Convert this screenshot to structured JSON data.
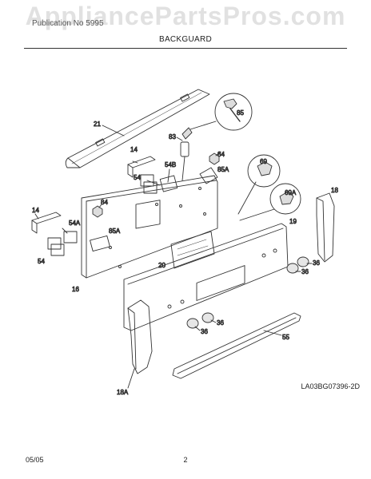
{
  "header": {
    "small_text": "Publication No 5995",
    "watermark": "AppliancePartsPros.com",
    "title": "BACKGUARD"
  },
  "callouts": {
    "c21": "21",
    "c85": "85",
    "c83": "83",
    "c84a": "84",
    "c84b": "84",
    "c14a": "14",
    "c14b": "14",
    "c54a": "54",
    "c54b": "54",
    "c54Aa": "54A",
    "c54B": "54B",
    "c85Aa": "85A",
    "c85Ab": "85A",
    "c69": "69",
    "c69A": "69A",
    "c18": "18",
    "c19": "19",
    "c16": "16",
    "c20": "20",
    "c36a": "36",
    "c36b": "36",
    "c36c": "36",
    "c36d": "36",
    "c55": "55",
    "c18A": "18A"
  },
  "drawing_code": "LA03BG07396-2D",
  "footer": {
    "date": "05/05",
    "page": "2"
  }
}
